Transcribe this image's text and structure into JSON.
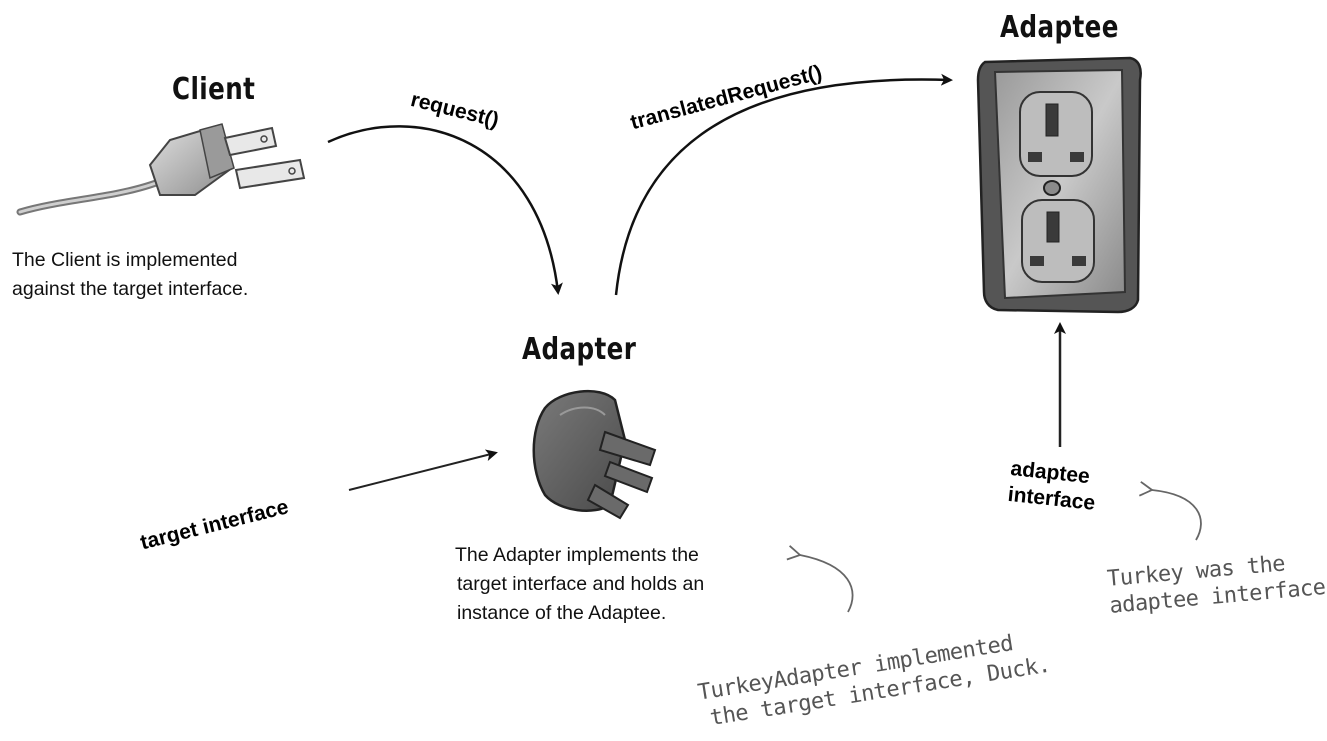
{
  "nodes": {
    "client": {
      "title": "Client",
      "description": [
        "The Client is implemented",
        "against the target interface."
      ]
    },
    "adapter": {
      "title": "Adapter",
      "description": [
        "The Adapter implements the",
        "target interface and holds an",
        "instance of the Adaptee."
      ]
    },
    "adaptee": {
      "title": "Adaptee"
    }
  },
  "edges": {
    "request": "request()",
    "translated_request": "translatedRequest()"
  },
  "interfaces": {
    "target": "target interface",
    "adaptee": [
      "adaptee",
      "interface"
    ]
  },
  "notes": {
    "turkey_adapter": [
      "TurkeyAdapter implemented",
      "the target interface, Duck."
    ],
    "turkey": [
      "Turkey was the",
      "adaptee interface"
    ]
  },
  "icons": [
    "two-prong-plug-icon",
    "three-prong-adapter-icon",
    "wall-outlet-icon"
  ]
}
